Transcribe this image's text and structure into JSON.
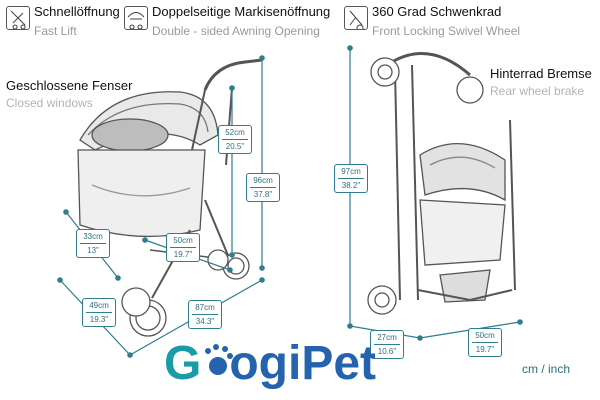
{
  "features": [
    {
      "icon": "fold-stroller-icon",
      "title_de": "Schnellöffnung",
      "title_en": "Fast Lift"
    },
    {
      "icon": "awning-icon",
      "title_de": "Doppelseitige Markisenöffnung",
      "title_en": "Double - sided Awning Opening"
    },
    {
      "icon": "swivel-wheel-icon",
      "title_de": "360 Grad Schwenkrad",
      "title_en": "Front Locking Swivel Wheel"
    }
  ],
  "left_label": {
    "de": "Geschlossene Fenser",
    "en": "Closed windows"
  },
  "right_label": {
    "de": "Hinterrad Bremse",
    "en": "Rear wheel brake"
  },
  "dimensions": {
    "d1": {
      "cm": "52cm",
      "inch": "20.5\""
    },
    "d2": {
      "cm": "96cm",
      "inch": "37.8\""
    },
    "d3": {
      "cm": "33cm",
      "inch": "13\""
    },
    "d4": {
      "cm": "50cm",
      "inch": "19.7\""
    },
    "d5": {
      "cm": "49cm",
      "inch": "19.3\""
    },
    "d6": {
      "cm": "87cm",
      "inch": "34.3\""
    },
    "d7": {
      "cm": "97cm",
      "inch": "38.2\""
    },
    "d8": {
      "cm": "27cm",
      "inch": "10.6\""
    },
    "d9": {
      "cm": "50cm",
      "inch": "19.7\""
    }
  },
  "logo": {
    "first": "G",
    "rest": "ogiPet"
  },
  "units": "cm / inch",
  "colors": {
    "dimension": "#2f7d8f",
    "logo_teal": "#1b9aa8",
    "logo_blue": "#2563ad"
  }
}
